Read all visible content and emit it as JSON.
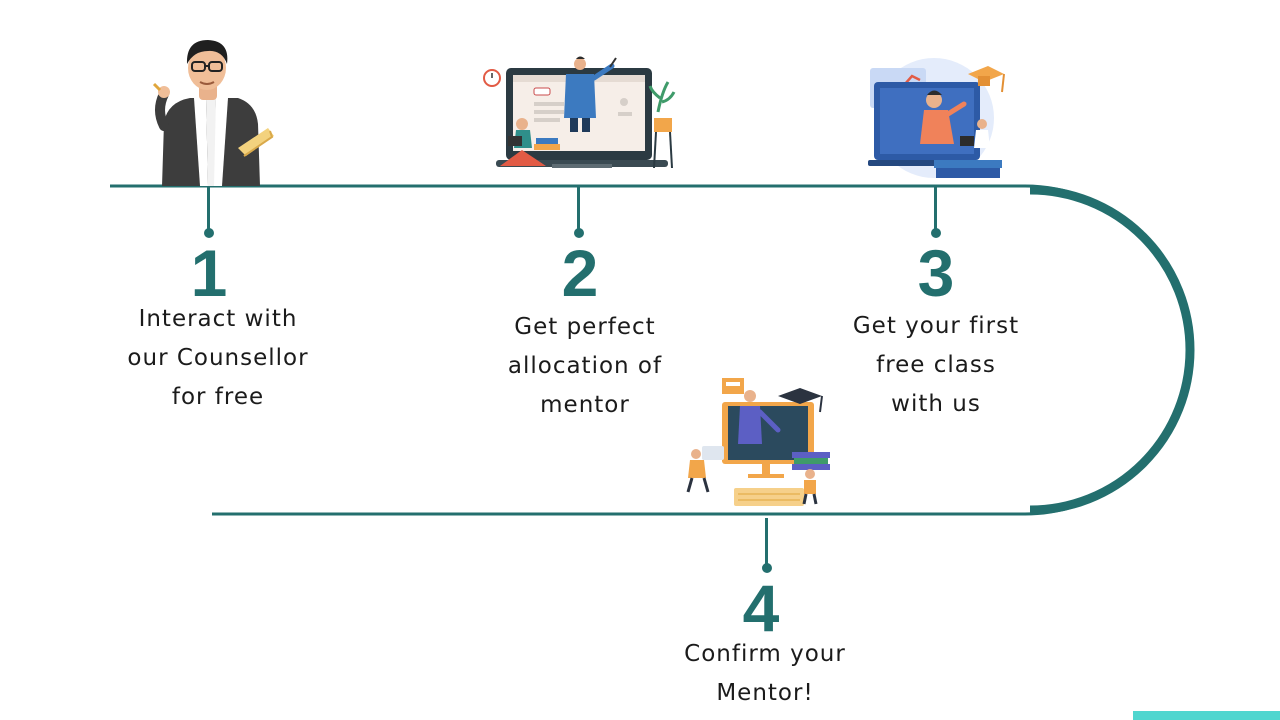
{
  "theme": {
    "line_color": "#236f6e",
    "accent_color": "#4fd6cf"
  },
  "steps": [
    {
      "number": "1",
      "lines": [
        "Interact with",
        "our Counsellor",
        "for free"
      ],
      "illustration": "counsellor-with-book-illustration"
    },
    {
      "number": "2",
      "lines": [
        "Get perfect",
        "allocation of",
        "mentor"
      ],
      "illustration": "live-online-class-illustration"
    },
    {
      "number": "3",
      "lines": [
        "Get your first",
        "free class",
        "with us"
      ],
      "illustration": "graduation-laptop-class-illustration"
    },
    {
      "number": "4",
      "lines": [
        "Confirm your",
        "Mentor!"
      ],
      "illustration": "mentor-computer-classroom-illustration"
    }
  ]
}
